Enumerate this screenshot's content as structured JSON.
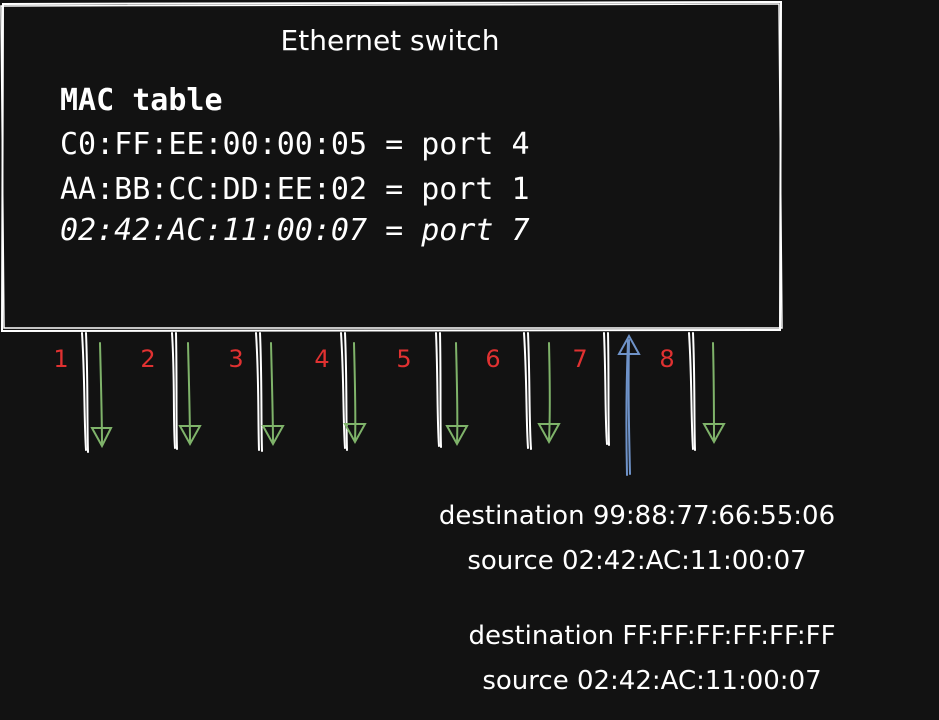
{
  "switch": {
    "title": "Ethernet switch"
  },
  "mac_table": {
    "heading": "MAC table",
    "entries": [
      {
        "text": "C0:FF:EE:00:00:05 = port 4",
        "style": "normal"
      },
      {
        "text": "AA:BB:CC:DD:EE:02 = port 1",
        "style": "normal"
      },
      {
        "text": "02:42:AC:11:00:07 = port 7",
        "style": "italic"
      }
    ]
  },
  "ports": [
    {
      "label": "1",
      "direction": "out"
    },
    {
      "label": "2",
      "direction": "out"
    },
    {
      "label": "3",
      "direction": "out"
    },
    {
      "label": "4",
      "direction": "out"
    },
    {
      "label": "5",
      "direction": "out"
    },
    {
      "label": "6",
      "direction": "out"
    },
    {
      "label": "7",
      "direction": "out"
    },
    {
      "label": "8",
      "direction": "in"
    },
    {
      "label": "",
      "direction": "out"
    }
  ],
  "frames": [
    {
      "destination": "destination 99:88:77:66:55:06",
      "source": "source 02:42:AC:11:00:07"
    },
    {
      "destination": "destination FF:FF:FF:FF:FF:FF",
      "source": "source 02:42:AC:11:00:07"
    }
  ],
  "colors": {
    "background": "#121212",
    "stroke": "#ffffff",
    "port_label": "#e03131",
    "arrow_out": "#7fb36a",
    "arrow_in": "#6f93c9"
  }
}
